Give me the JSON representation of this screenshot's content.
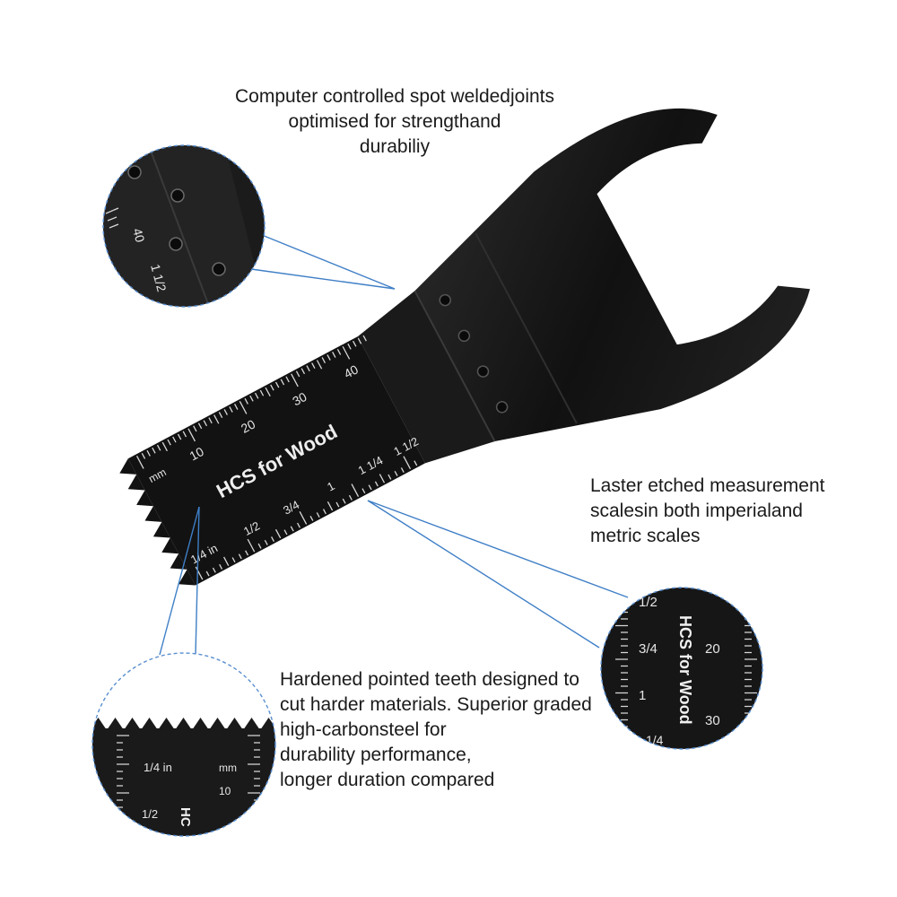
{
  "captions": {
    "top": [
      "Computer controlled spot weldedjoints",
      "optimised for strengthand",
      "durabiliy"
    ],
    "right": [
      "Laster etched measurement",
      "scalesin both imperialand",
      "metric scales"
    ],
    "bottom": [
      "Hardened pointed teeth designed to",
      "cut harder materials. Superior graded",
      "high-carbonsteel for",
      "durability performance,",
      "longer duration compared"
    ]
  },
  "blade": {
    "brand_text": "HCS for Wood",
    "metric_labels": [
      "10",
      "20",
      "30",
      "40"
    ],
    "metric_unit": "mm",
    "imperial_labels": [
      "1/4 in",
      "1/2",
      "3/4",
      "1",
      "1 1/4",
      "1 1/2"
    ]
  },
  "zoom_top_left": {
    "labels": [
      "40",
      "1 1/2"
    ]
  },
  "zoom_right": {
    "labels": [
      "1/2",
      "3/4",
      "1",
      "20",
      "30",
      "1/4"
    ],
    "brand_text": "HCS for Wood"
  },
  "zoom_bottom": {
    "labels": [
      "1/4 in",
      "mm",
      "10",
      "1/2",
      "HC"
    ]
  },
  "colors": {
    "blade": "#151515",
    "callout_line": "#3f7fc6",
    "zoom_border": "#5a8fd0",
    "etch": "#e6e6e6"
  }
}
